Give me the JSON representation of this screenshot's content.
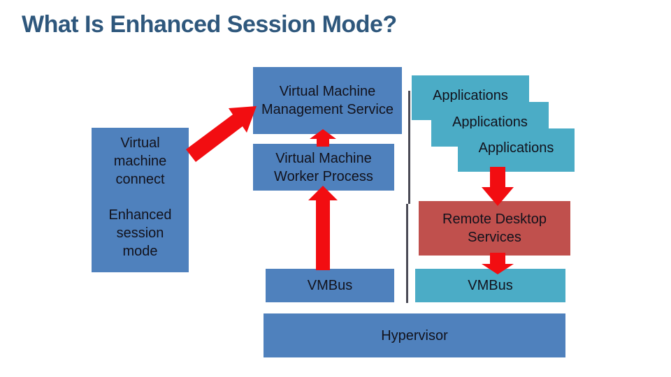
{
  "slide": {
    "title": "What Is Enhanced Session Mode?",
    "boxes": {
      "vm_connect_label": "Virtual machine connect",
      "enhanced_session_label": "Enhanced session mode",
      "vmms_label": "Virtual Machine Management Service",
      "worker_label": "Virtual Machine Worker Process",
      "applications": [
        "Applications",
        "Applications",
        "Applications"
      ],
      "rds_label": "Remote Desktop Services",
      "vmbus_left_label": "VMBus",
      "vmbus_right_label": "VMBus",
      "hypervisor_label": "Hypervisor"
    },
    "colors": {
      "background": "#FFFFFF",
      "title_text": "#2E577C",
      "box_blue": "#4F81BD",
      "box_teal": "#4BACC6",
      "box_red": "#C0504D",
      "box_text": "#12121C",
      "arrow_red": "#F20D11",
      "divider": "#4A4A55"
    }
  }
}
